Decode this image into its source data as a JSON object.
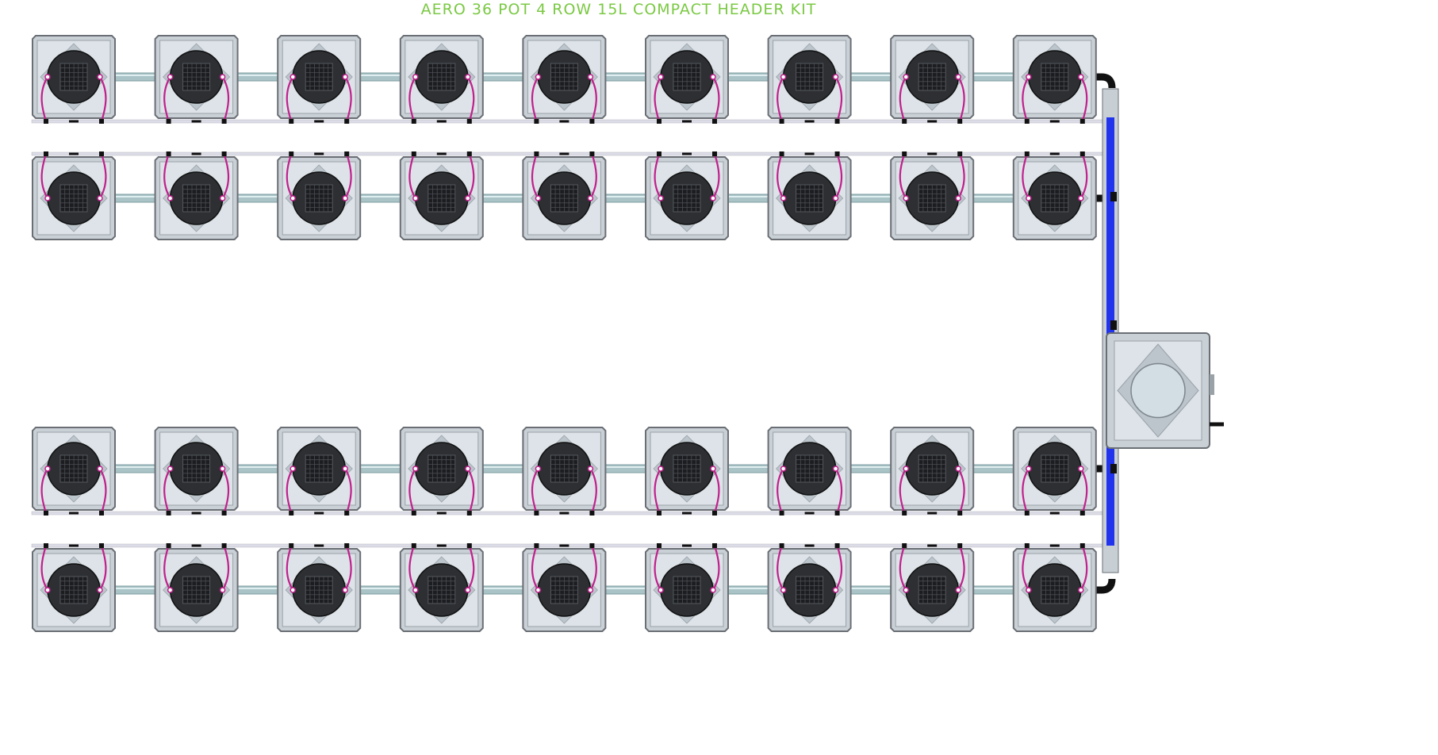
{
  "title": "AERO 36 POT 4 ROW 15L COMPACT HEADER KIT",
  "diagram": {
    "pot_count": 36,
    "row_count": 4,
    "pots_per_row": 9,
    "rows": [
      {
        "id": "row-1",
        "pots": 9,
        "feed_line": "below"
      },
      {
        "id": "row-2",
        "pots": 9,
        "feed_line": "above"
      },
      {
        "id": "row-3",
        "pots": 9,
        "feed_line": "below"
      },
      {
        "id": "row-4",
        "pots": 9,
        "feed_line": "above"
      }
    ],
    "components": [
      "pots",
      "connector-pipes",
      "feed-lines",
      "header-pipe",
      "reservoir"
    ]
  },
  "colors": {
    "title": "#7ac943",
    "pot_body": "#c9d0d6",
    "pot_edge": "#6a6f75",
    "pot_top": "#2d2f33",
    "drip_line": "#c0208c",
    "pipe": "#a9c3c6",
    "header": "#2233ee",
    "feed_line": "#dcdce6",
    "fitting": "#111111"
  }
}
